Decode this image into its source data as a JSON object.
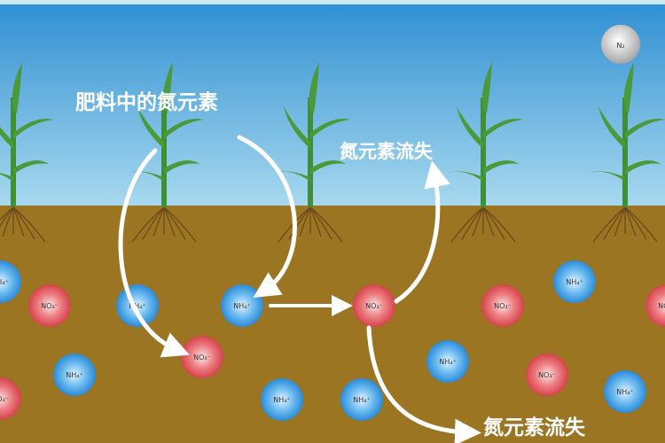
{
  "labels": {
    "fertilizer_nitrogen": "肥料中的氮元素",
    "nitrogen_loss_air": "氮元素流失",
    "nitrogen_loss_leach": "氮元素流失",
    "n2": "N₂"
  },
  "ions": {
    "nitrate": "NO₃⁻",
    "ammonium": "NH₄⁺"
  },
  "colors": {
    "sky_top": "#2e8fd2",
    "sky_bottom": "#a9d9ef",
    "soil": "#9b7522",
    "nitrate": "#e0525a",
    "ammonium": "#3a9ee0",
    "plant": "#3f8f35",
    "arrow": "#ffffff"
  }
}
